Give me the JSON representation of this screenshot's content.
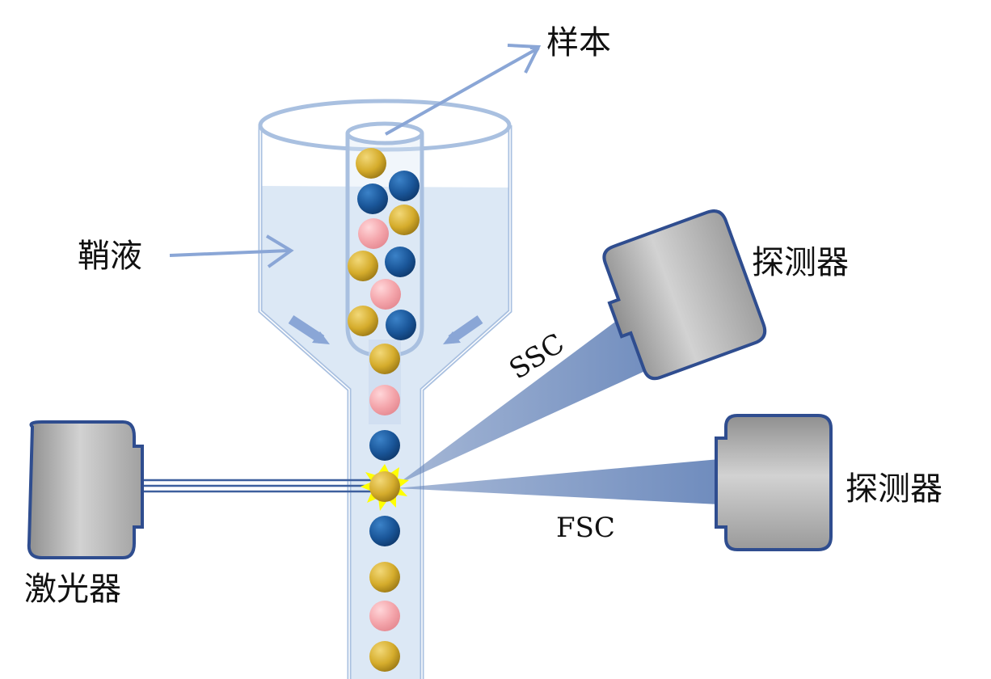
{
  "labels": {
    "sample": "样本",
    "sheath": "鞘液",
    "detector_ssc": "探测器",
    "detector_fsc": "探测器",
    "laser": "激光器",
    "ssc": "SSC",
    "fsc": "FSC"
  },
  "colors": {
    "outline": "#2f4d8f",
    "liquid": "#dce8f5",
    "arrow": "#8aa6d6",
    "beam": "#7a95c2",
    "cell_gold": "#d9b22f",
    "cell_blue": "#1b5a9c",
    "cell_pink": "#f2a2a8",
    "flash": "#ffff00",
    "device_gray": "#b9b9b9"
  },
  "cells_in_tube": [
    "gold",
    "blue",
    "blue",
    "pink",
    "gold",
    "gold",
    "blue",
    "pink",
    "gold",
    "blue"
  ],
  "cells_in_channel": [
    "gold",
    "pink",
    "blue",
    "gold",
    "blue",
    "gold",
    "pink",
    "gold"
  ]
}
